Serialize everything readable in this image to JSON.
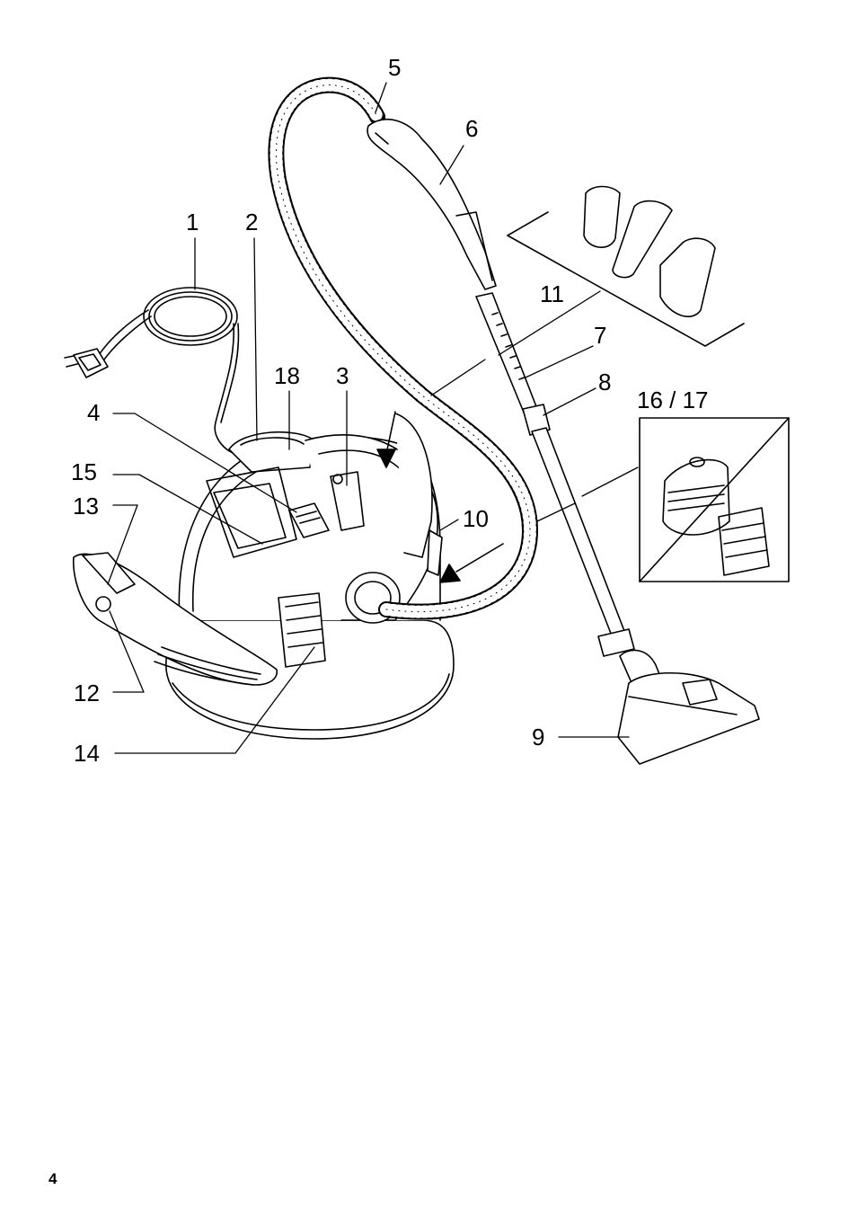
{
  "diagram": {
    "callouts": {
      "c1": "1",
      "c2": "2",
      "c3": "3",
      "c4": "4",
      "c5": "5",
      "c6": "6",
      "c7": "7",
      "c8": "8",
      "c9": "9",
      "c10": "10",
      "c11": "11",
      "c12": "12",
      "c13": "13",
      "c14": "14",
      "c15": "15",
      "c16_17": "16 / 17",
      "c18": "18"
    }
  },
  "footer": {
    "page_number": "4"
  }
}
